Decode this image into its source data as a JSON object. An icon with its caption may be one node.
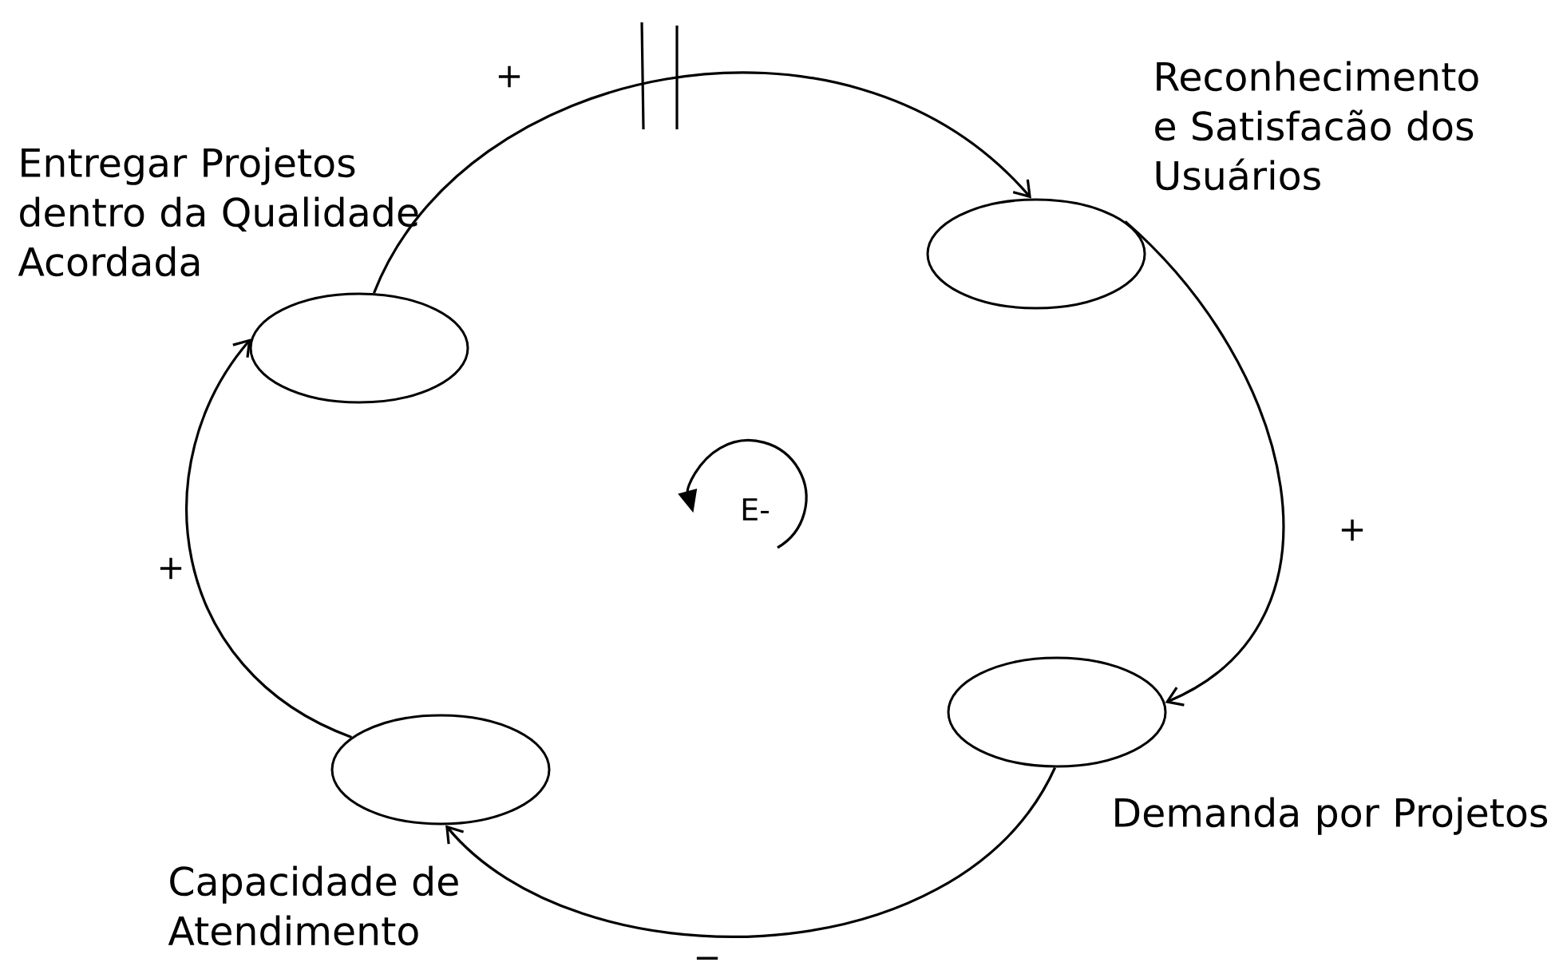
{
  "diagram": {
    "nodes": [
      {
        "text": [],
        "shape": "ellipse",
        "beside": [
          "Entregar Projetos dentro da Qualidade Acordada"
        ]
      },
      {
        "text": [],
        "shape": "ellipse",
        "beside": [
          "Reconhecimento e Satisfacão dos Usuários"
        ]
      },
      {
        "text": [],
        "shape": "ellipse",
        "beside": [
          "Demanda por Projetos"
        ]
      },
      {
        "text": [],
        "shape": "ellipse",
        "beside": [
          "Capacidade de Atendimento"
        ]
      }
    ],
    "edges": [
      {
        "from": 0,
        "to": 1,
        "arrow": "to",
        "label": "+"
      },
      {
        "from": 1,
        "to": 2,
        "arrow": "to",
        "label": "+"
      },
      {
        "from": 2,
        "to": 3,
        "arrow": "to",
        "label": "−"
      },
      {
        "from": 3,
        "to": 0,
        "arrow": "to",
        "label": "+"
      }
    ],
    "labels": [
      "E-"
    ]
  }
}
